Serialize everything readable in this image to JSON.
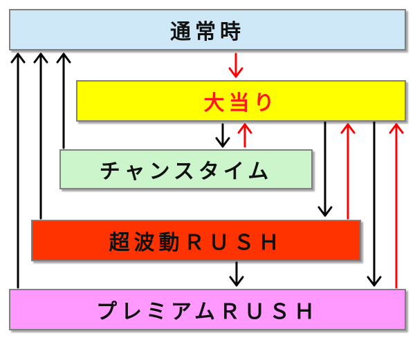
{
  "states": {
    "normal": {
      "label": "通常時",
      "fill": "#cfe8f7",
      "text_color": "#111111"
    },
    "hit": {
      "label": "大当り",
      "fill": "#ffff00",
      "text_color": "#ff1a1a"
    },
    "chance": {
      "label": "チャンスタイム",
      "fill": "#ccf5cc",
      "text_color": "#111111"
    },
    "choha": {
      "label": "超波動ＲＵＳＨ",
      "fill": "#ff3300",
      "text_color": "#111111"
    },
    "premium": {
      "label": "プレミアムＲＵＳＨ",
      "fill": "#ff99ff",
      "text_color": "#111111"
    }
  },
  "transitions": [
    {
      "from": "normal",
      "to": "hit",
      "color": "#ff0000"
    },
    {
      "from": "hit",
      "to": "chance",
      "color": "#000000"
    },
    {
      "from": "chance",
      "to": "hit",
      "color": "#ff0000"
    },
    {
      "from": "hit",
      "to": "choha",
      "color": "#000000"
    },
    {
      "from": "choha",
      "to": "hit",
      "color": "#ff0000"
    },
    {
      "from": "hit",
      "to": "premium",
      "color": "#000000"
    },
    {
      "from": "premium",
      "to": "hit",
      "color": "#ff0000"
    },
    {
      "from": "choha",
      "to": "premium",
      "color": "#000000"
    },
    {
      "from": "chance",
      "to": "normal",
      "color": "#000000"
    },
    {
      "from": "choha",
      "to": "normal",
      "color": "#000000"
    },
    {
      "from": "premium",
      "to": "normal",
      "color": "#000000"
    }
  ]
}
